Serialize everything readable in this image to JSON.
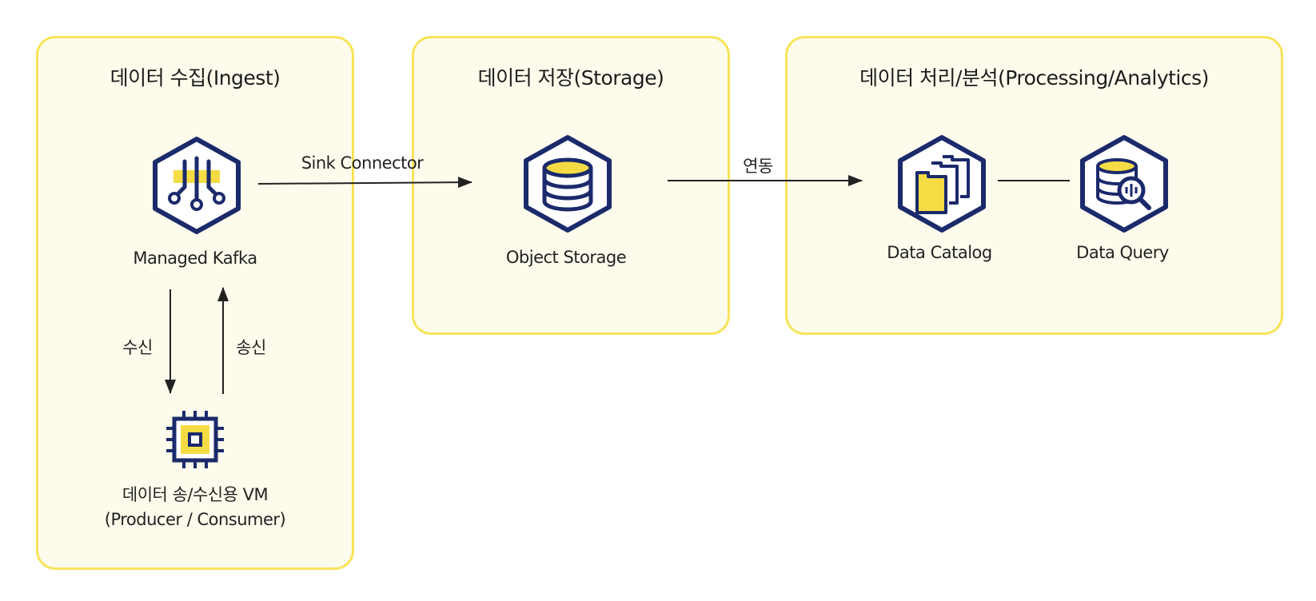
{
  "groups": {
    "ingest": {
      "title": "데이터 수집(Ingest)"
    },
    "storage": {
      "title": "데이터 저장(Storage)"
    },
    "processing": {
      "title": "데이터 처리/분석(Processing/Analytics)"
    }
  },
  "nodes": {
    "kafka": {
      "label": "Managed Kafka",
      "icon": "kafka-icon"
    },
    "vm": {
      "label_line1": "데이터 송/수신용 VM",
      "label_line2": "(Producer / Consumer)",
      "icon": "cpu-chip-icon"
    },
    "object_storage": {
      "label": "Object Storage",
      "icon": "database-icon"
    },
    "data_catalog": {
      "label": "Data Catalog",
      "icon": "catalog-folder-icon"
    },
    "data_query": {
      "label": "Data Query",
      "icon": "database-search-icon"
    }
  },
  "edges": {
    "sink_connector": "Sink Connector",
    "link": "연동",
    "receive": "수신",
    "send": "송신"
  },
  "colors": {
    "panel_fill": "#fdfbec",
    "panel_border": "#f7e45a",
    "icon_navy": "#1b2a6b",
    "icon_yellow": "#f5dc45",
    "arrow": "#222222"
  }
}
